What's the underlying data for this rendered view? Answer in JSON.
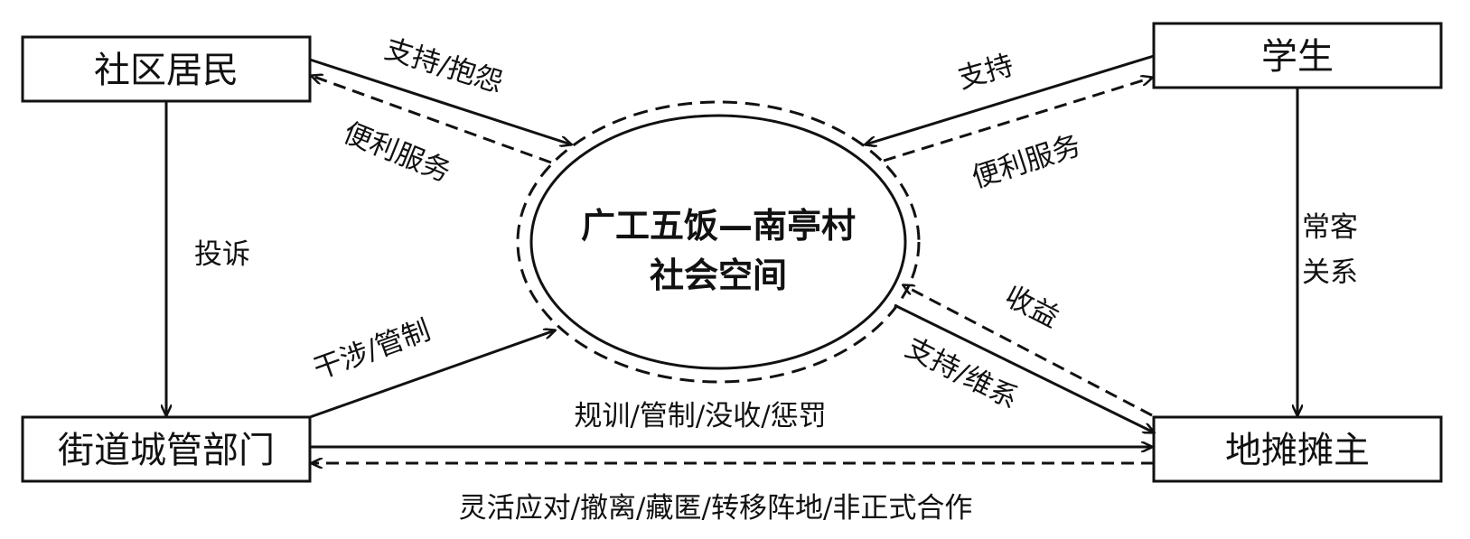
{
  "nodes": {
    "residents": "社区居民",
    "students": "学生",
    "urban_management": "街道城管部门",
    "vendors": "地摊摊主",
    "center_line1": "广工五饭—南亭村",
    "center_line2": "社会空间"
  },
  "edges": {
    "residents_to_center": "支持/抱怨",
    "center_to_residents": "便利服务",
    "students_to_center": "支持",
    "center_to_students": "便利服务",
    "residents_to_management": "投诉",
    "management_to_center": "干涉/管制",
    "students_to_vendors_line1": "常客",
    "students_to_vendors_line2": "关系",
    "center_to_vendors": "收益",
    "vendors_to_center": "支持/维系",
    "management_to_vendors": "规训/管制/没收/惩罚",
    "vendors_to_management": "灵活应对/撤离/藏匿/转移阵地/非正式合作"
  }
}
